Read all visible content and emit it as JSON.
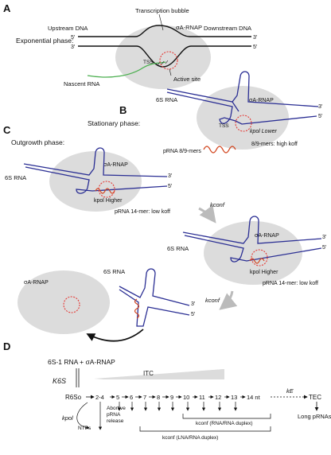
{
  "panel_a": {
    "letter": "A",
    "phase": "Exponential phase:",
    "transcription_bubble": "Transcription bubble",
    "rnap": "σA-RNAP",
    "upstream": "Upstream DNA",
    "downstream": "Downstream DNA",
    "five_prime": "5′",
    "three_prime": "3′",
    "tss": "TSS",
    "active_site": "Active site",
    "nascent_rna": "Nascent RNA"
  },
  "panel_b": {
    "letter": "B",
    "phase": "Stationary phase:",
    "rna6s": "6S RNA",
    "rnap": "σA-RNAP",
    "tss": "TSS",
    "kpol_lower": "kpol Lower",
    "pRNA_short": "pRNA 8/9-mers",
    "high_koff": "8/9-mers: high koff",
    "three_prime": "3′",
    "five_prime": "5′"
  },
  "panel_c": {
    "letter": "C",
    "phase": "Outgrowth phase:",
    "rna6s": "6S RNA",
    "rnap": "σA-RNAP",
    "kpol_higher": "kpol Higher",
    "low_koff": "pRNA 14-mer: low koff",
    "kconf": "kconf",
    "three_prime": "3′",
    "five_prime": "5′"
  },
  "panel_d": {
    "letter": "D",
    "header": "6S-1 RNA + σA-RNAP",
    "k6s": "K6S",
    "itc": "ITC",
    "r6s": "R6So",
    "steps": [
      "2-4",
      "5",
      "6",
      "7",
      "8",
      "9",
      "10",
      "11",
      "12",
      "13",
      "14 nt"
    ],
    "ke": "kE",
    "tec": "TEC",
    "long": "Long pRNAs",
    "kpol": "kpol",
    "ntps": "NTPs",
    "abortive": [
      "Abortive",
      "pRNA",
      "release"
    ],
    "kconf_rna": "kconf (RNA/RNA duplex)",
    "kconf_lna": "kconf (LNA/RNA duplex)"
  }
}
